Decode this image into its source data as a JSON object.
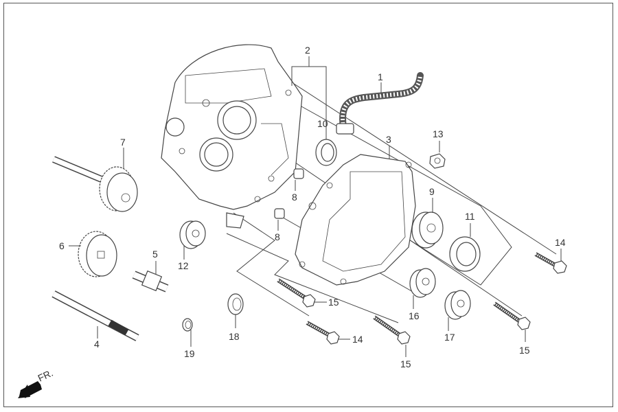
{
  "diagram": {
    "title": "Transmission case exploded view",
    "direction_indicator": "FR.",
    "callouts": [
      {
        "id": "1",
        "part": "breather-hose"
      },
      {
        "id": "2",
        "part": "transmission-case-assembly"
      },
      {
        "id": "3",
        "part": "gasket"
      },
      {
        "id": "4",
        "part": "drive-shaft"
      },
      {
        "id": "5",
        "part": "counter-shaft-pinion"
      },
      {
        "id": "6",
        "part": "counter-gear"
      },
      {
        "id": "7",
        "part": "final-gear-shaft"
      },
      {
        "id": "8",
        "part": "dowel-pin"
      },
      {
        "id": "9",
        "part": "bearing"
      },
      {
        "id": "10",
        "part": "oil-seal"
      },
      {
        "id": "11",
        "part": "oil-seal"
      },
      {
        "id": "12",
        "part": "bearing"
      },
      {
        "id": "13",
        "part": "nut"
      },
      {
        "id": "14",
        "part": "bolt"
      },
      {
        "id": "15",
        "part": "bolt"
      },
      {
        "id": "16",
        "part": "bearing"
      },
      {
        "id": "17",
        "part": "bearing"
      },
      {
        "id": "18",
        "part": "oil-seal"
      },
      {
        "id": "19",
        "part": "washer"
      }
    ],
    "labels": {
      "l1": "1",
      "l2": "2",
      "l3": "3",
      "l4": "4",
      "l5": "5",
      "l6": "6",
      "l7": "7",
      "l8a": "8",
      "l8b": "8",
      "l9": "9",
      "l10": "10",
      "l11": "11",
      "l12": "12",
      "l13": "13",
      "l14a": "14",
      "l14b": "14",
      "l15a": "15",
      "l15b": "15",
      "l15c": "15",
      "l16": "16",
      "l17": "17",
      "l18": "18",
      "l19": "19"
    }
  }
}
